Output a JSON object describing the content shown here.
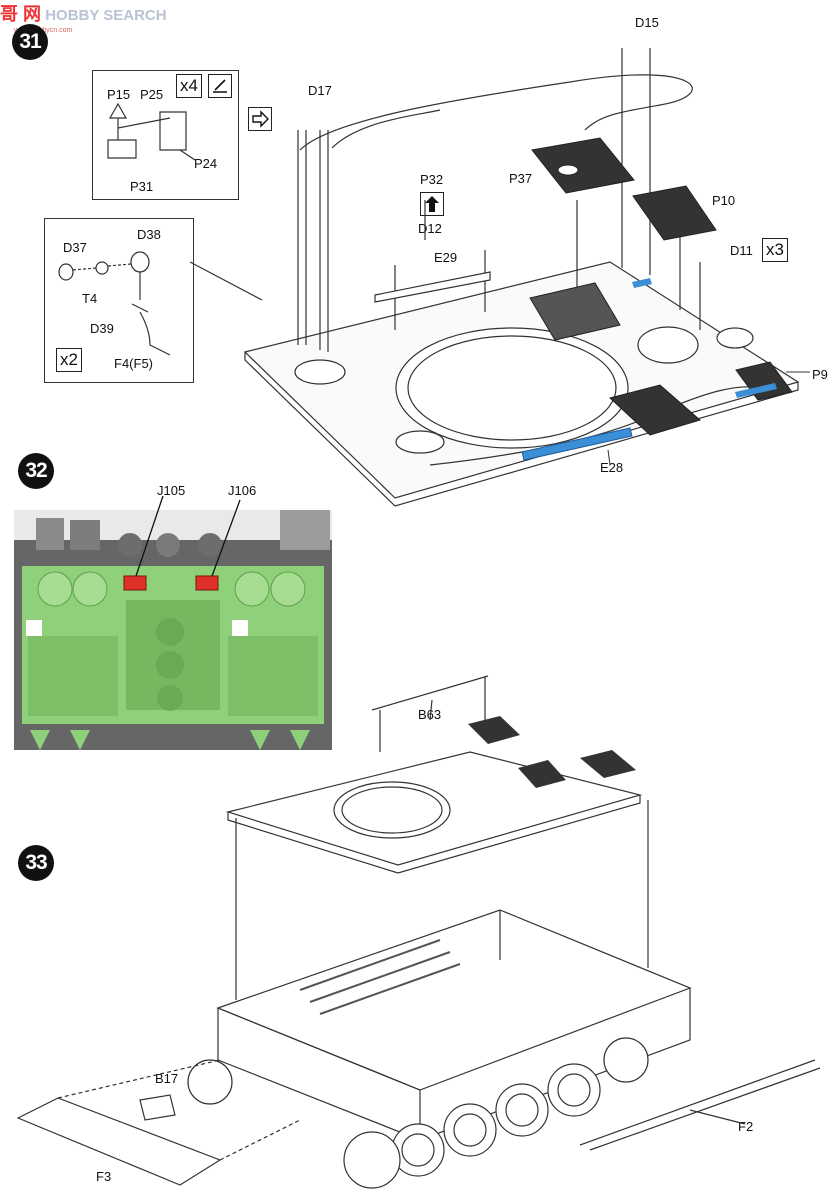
{
  "watermark": {
    "text": "HOBBY SEARCH",
    "cn_glyphs": "哥  网",
    "url": "www.hobbycn.com"
  },
  "steps": [
    {
      "number": "31"
    },
    {
      "number": "32"
    },
    {
      "number": "33"
    }
  ],
  "step31": {
    "inset_a": {
      "labels": {
        "p15": "P15",
        "p25": "P25",
        "p24": "P24",
        "p31": "P31"
      },
      "multiplier": "x4"
    },
    "inset_b": {
      "labels": {
        "d37": "D37",
        "d38": "D38",
        "t4": "T4",
        "d39": "D39",
        "f4": "F4(F5)"
      },
      "multiplier": "x2"
    },
    "labels": {
      "d17": "D17",
      "d15": "D15",
      "p32": "P32",
      "d12": "D12",
      "e29": "E29",
      "p37": "P37",
      "p10": "P10",
      "d11": "D11",
      "p9": "P9",
      "e28": "E28"
    },
    "d11_multiplier": "x3"
  },
  "step32": {
    "labels": {
      "j105": "J105",
      "j106": "J106"
    },
    "colors": {
      "body": "#8fd07a",
      "highlight": "#e0302a",
      "dark": "#555555"
    }
  },
  "step33": {
    "labels": {
      "b63": "B63",
      "b17": "B17",
      "f2": "F2",
      "f3": "F3"
    }
  },
  "colors": {
    "accent_blue": "#3b8fd6",
    "line": "#333333"
  }
}
